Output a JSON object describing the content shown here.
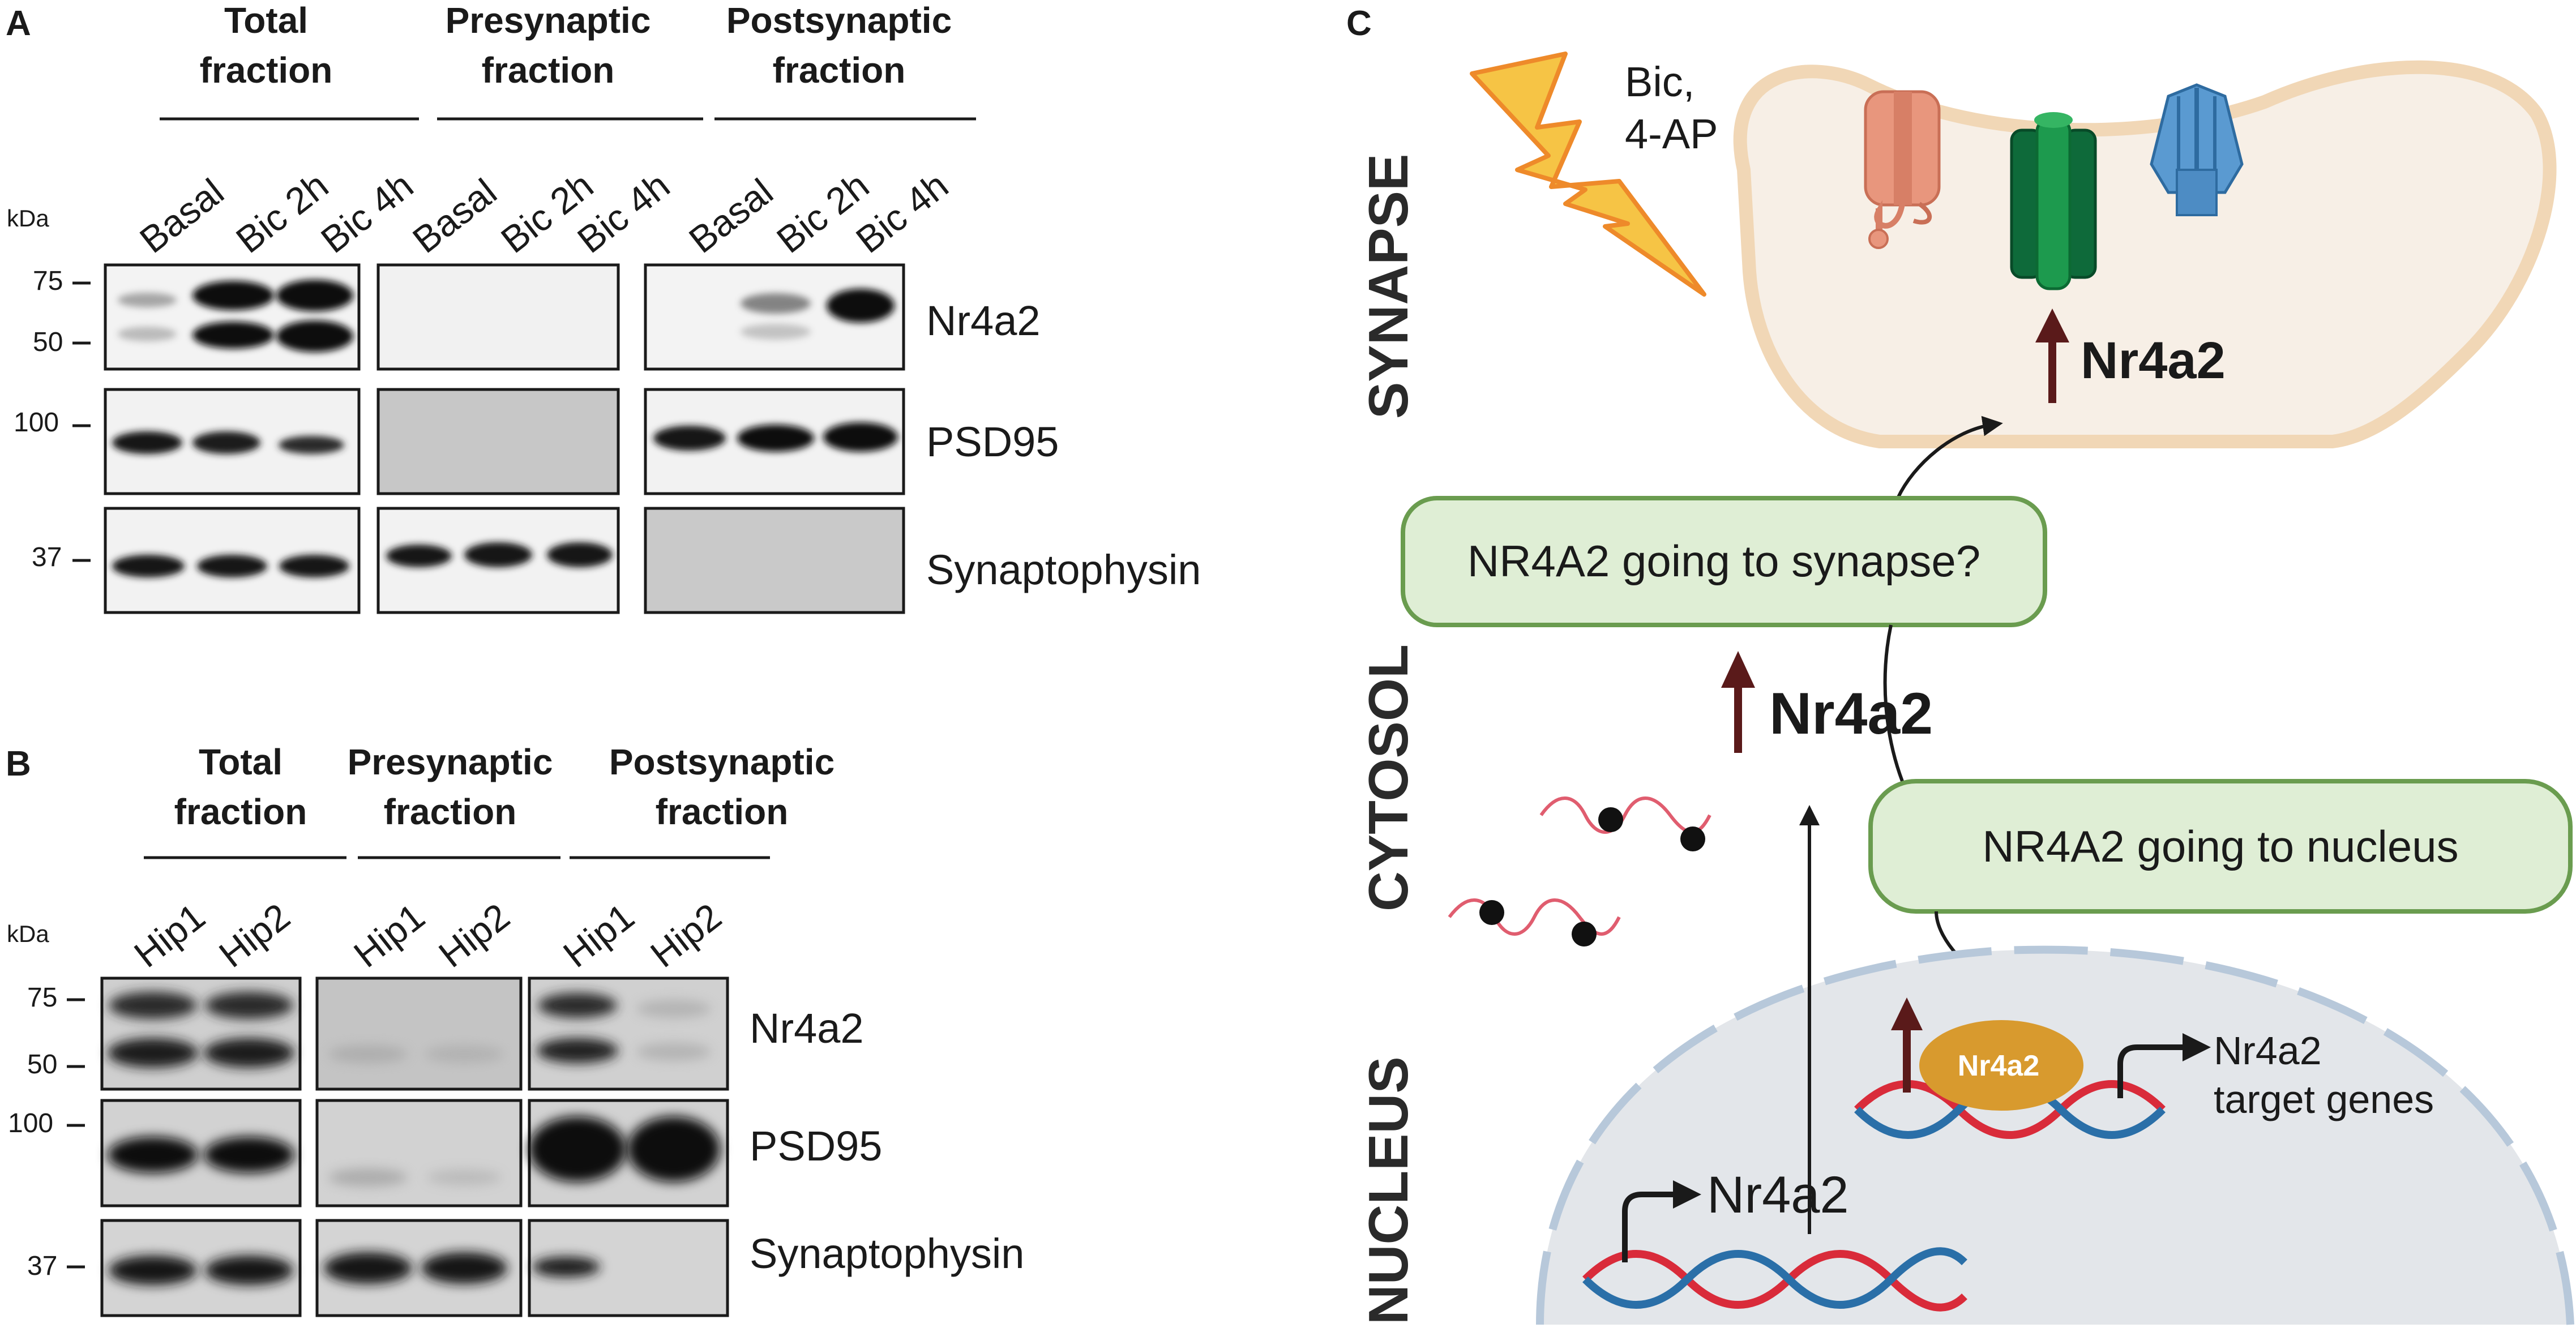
{
  "panelA": {
    "letter": "A",
    "kda": "kDa",
    "groups": [
      {
        "line1": "Total",
        "line2": "fraction"
      },
      {
        "line1": "Presynaptic",
        "line2": "fraction"
      },
      {
        "line1": "Postsynaptic",
        "line2": "fraction"
      }
    ],
    "lanes": [
      "Basal",
      "Bic 2h",
      "Bic 4h",
      "Basal",
      "Bic 2h",
      "Bic 4h",
      "Basal",
      "Bic 2h",
      "Bic 4h"
    ],
    "markers": [
      "75",
      "50",
      "100",
      "37"
    ],
    "proteins": [
      "Nr4a2",
      "PSD95",
      "Synaptophysin"
    ]
  },
  "panelB": {
    "letter": "B",
    "kda": "kDa",
    "groups": [
      {
        "line1": "Total",
        "line2": "fraction"
      },
      {
        "line1": "Presynaptic",
        "line2": "fraction"
      },
      {
        "line1": "Postsynaptic",
        "line2": "fraction"
      }
    ],
    "lanes": [
      "Hip1",
      "Hip2",
      "Hip1",
      "Hip2",
      "Hip1",
      "Hip2"
    ],
    "markers": [
      "75",
      "50",
      "100",
      "37"
    ],
    "proteins": [
      "Nr4a2",
      "PSD95",
      "Synaptophysin"
    ]
  },
  "panelC": {
    "letter": "C",
    "regions": {
      "synapse": "SYNAPSE",
      "cytosol": "CYTOSOL",
      "nucleus": "NUCLEUS"
    },
    "stimulus_line1": "Bic,",
    "stimulus_line2": "4-AP",
    "synapse_label": "Nr4a2",
    "cytosol_label": "Nr4a2",
    "box_synapse": "NR4A2 going to synapse?",
    "box_nucleus": "NR4A2 going to nucleus",
    "protein_label": "Nr4a2",
    "gene_label": "Nr4a2",
    "target_line1": "Nr4a2",
    "target_line2": "target genes"
  },
  "colors": {
    "dna_red": "#d92b3a",
    "dna_blue": "#2a6fa8",
    "box_fill": "#dfeed5",
    "box_stroke": "#6a9c4f",
    "up_arrow": "#5a1a1a",
    "nr4a2_protein": "#d89a2e",
    "lightning": "#f6c445",
    "nucleus_fill": "#e3e6ea"
  }
}
